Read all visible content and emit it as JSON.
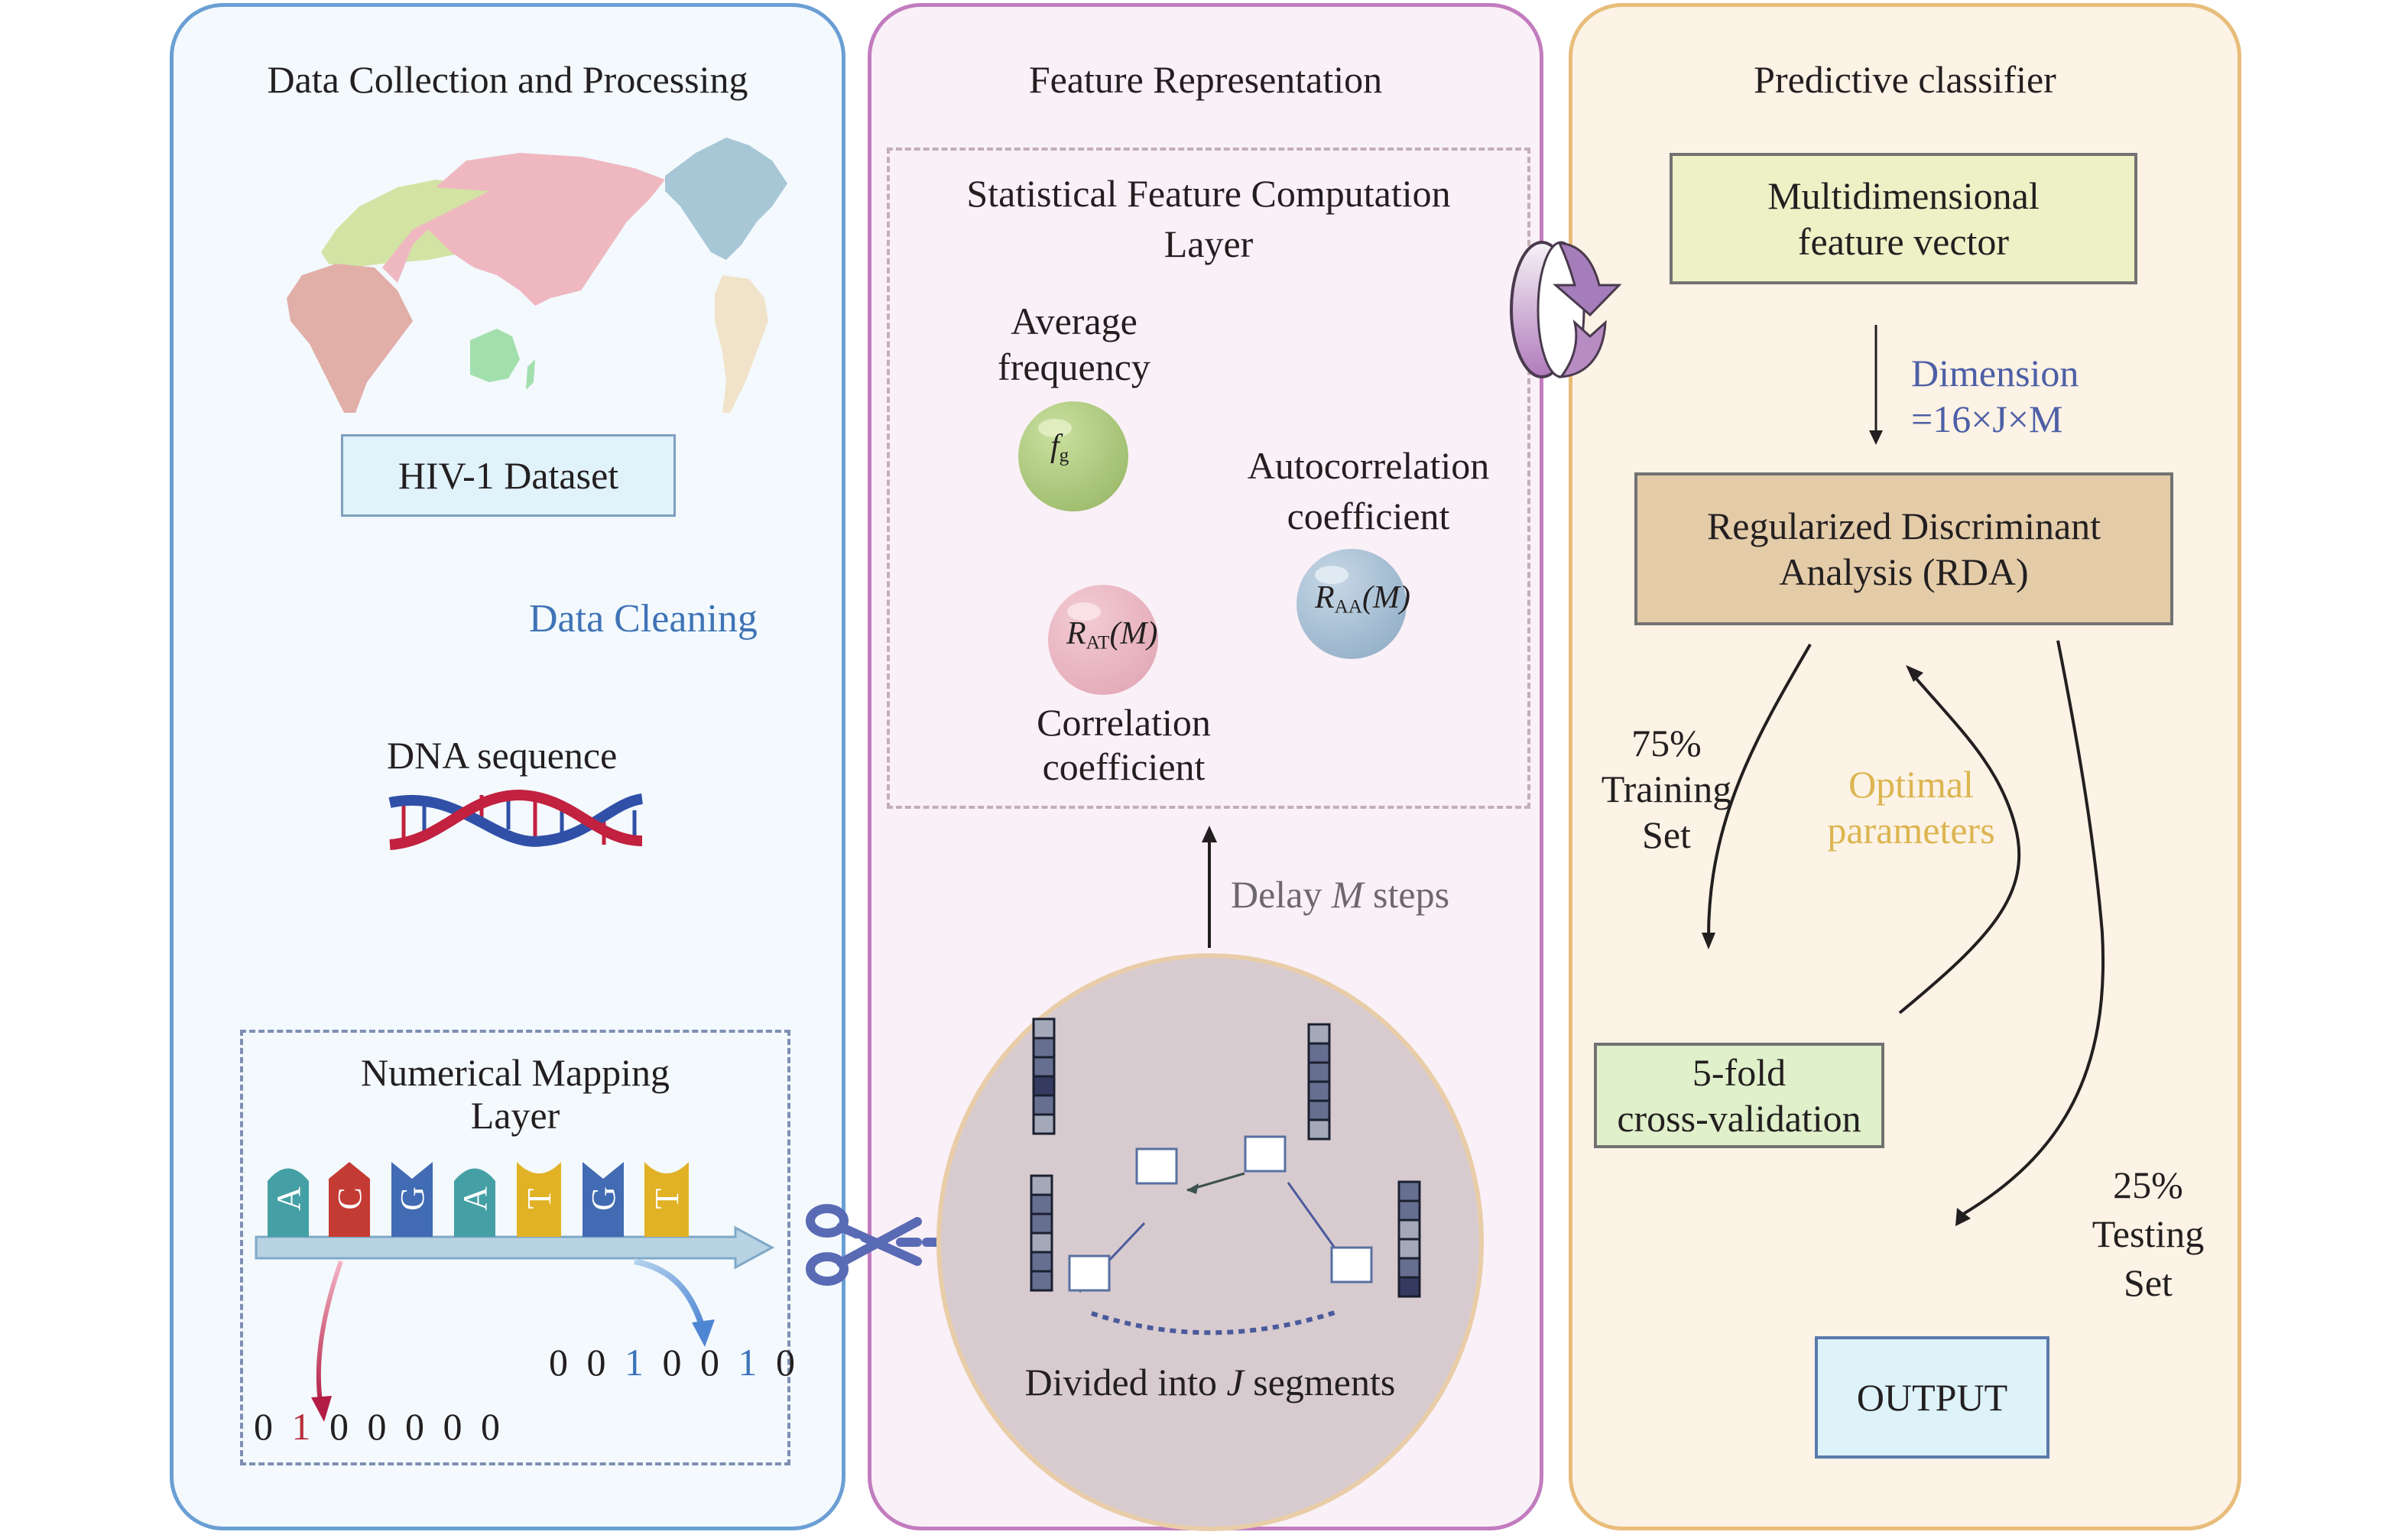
{
  "panels": {
    "data_collection": {
      "title": "Data Collection and Processing",
      "dataset_box": "HIV-1 Dataset",
      "cleaning_label": "Data Cleaning",
      "dna_label": "DNA sequence",
      "mapping_layer_title_1": "Numerical Mapping",
      "mapping_layer_title_2": "Layer",
      "nucleotides": [
        {
          "letter": "A",
          "color": "#45a0a5"
        },
        {
          "letter": "C",
          "color": "#c43b34"
        },
        {
          "letter": "G",
          "color": "#416bb3"
        },
        {
          "letter": "A",
          "color": "#45a0a5"
        },
        {
          "letter": "T",
          "color": "#e2b226"
        },
        {
          "letter": "G",
          "color": "#416bb3"
        },
        {
          "letter": "T",
          "color": "#e2b226"
        }
      ],
      "code_c": [
        "0",
        "1",
        "0",
        "0",
        "0",
        "0",
        "0"
      ],
      "code_c_highlight_color": "#b72d3d",
      "code_g": [
        "0",
        "0",
        "1",
        "0",
        "0",
        "1",
        "0"
      ],
      "code_g_highlight_color": "#3a73b9"
    },
    "feature_representation": {
      "title": "Feature Representation",
      "layer_title_1": "Statistical Feature Computation",
      "layer_title_2": "Layer",
      "avg_freq_label_1": "Average",
      "avg_freq_label_2": "frequency",
      "fg_symbol": "f",
      "fg_sub": "g",
      "autocorr_label_1": "Autocorrelation",
      "autocorr_label_2": "coefficient",
      "raa_symbol": "R",
      "raa_sub": "AA",
      "raa_arg": "(M)",
      "rat_symbol": "R",
      "rat_sub": "AT",
      "rat_arg": "(M)",
      "corr_label_1": "Correlation",
      "corr_label_2": "coefficient",
      "delay_label_pre": "Delay ",
      "delay_label_var": "M",
      "delay_label_post": " steps",
      "segments_label_pre": "Divided into ",
      "segments_label_var": "J",
      "segments_label_post": " segments"
    },
    "classifier": {
      "title": "Predictive classifier",
      "feature_vector_1": "Multidimensional",
      "feature_vector_2": "feature vector",
      "dimension_1": "Dimension",
      "dimension_2": "=16×J×M",
      "rda_1": "Regularized Discriminant",
      "rda_2": "Analysis (RDA)",
      "training_1": "75%",
      "training_2": "Training",
      "training_3": "Set",
      "optimal_1": "Optimal",
      "optimal_2": "parameters",
      "cv_1": "5-fold",
      "cv_2": "cross-validation",
      "testing_1": "25%",
      "testing_2": "Testing",
      "testing_3": "Set",
      "output": "OUTPUT"
    }
  },
  "colors": {
    "cleaning_text": "#3f74b6",
    "dimension_text": "#4d5fa6",
    "optimal_text": "#dcb550",
    "delay_text": "#6d6870"
  }
}
